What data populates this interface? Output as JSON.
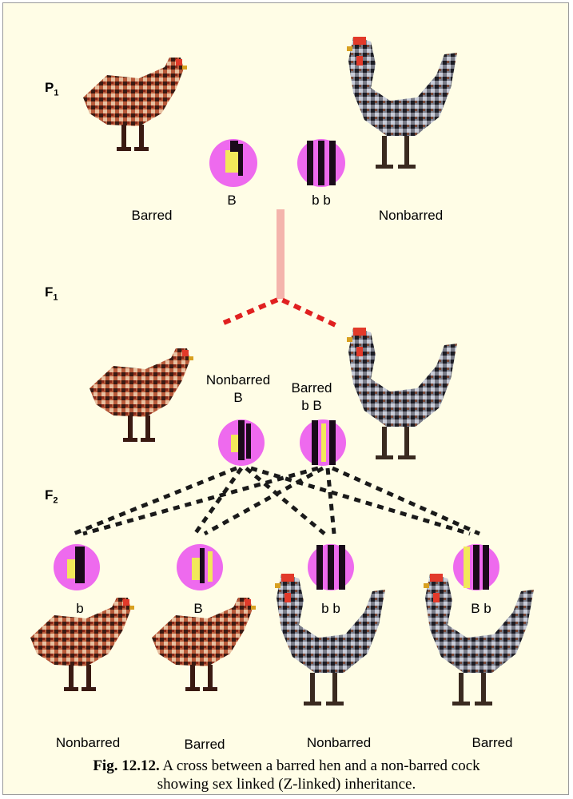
{
  "generations": {
    "p1": "P",
    "p1_sub": "1",
    "f1": "F",
    "f1_sub": "1",
    "f2": "F",
    "f2_sub": "2"
  },
  "parents": {
    "hen_label": "Barred",
    "hen_gene": "B",
    "cock_gene": "b b",
    "cock_label": "Nonbarred"
  },
  "f1": {
    "hen_label": "Nonbarred",
    "hen_gene": "B",
    "cock_label": "Barred",
    "cock_gene": "b B"
  },
  "f2": [
    {
      "gene": "b",
      "label": "Nonbarred"
    },
    {
      "gene": "B",
      "label": "Barred"
    },
    {
      "gene": "b b",
      "label": "Nonbarred"
    },
    {
      "gene": "B b",
      "label": "Barred"
    }
  ],
  "caption": {
    "fig": "Fig. 12.12.",
    "line1": "A cross between a barred hen and a non-barred cock",
    "line2": "showing sex linked (Z-linked) inheritance."
  },
  "colors": {
    "chromosome_fill": "#ee6aee",
    "chromosome_bar": "#1a0a1a",
    "barred_gene": "#f2e85a",
    "hen_plumage": "#b54a2a",
    "cock_plumage": "#6e7080",
    "connector": "#c8a8a0",
    "f1_connector": "#e02020"
  }
}
